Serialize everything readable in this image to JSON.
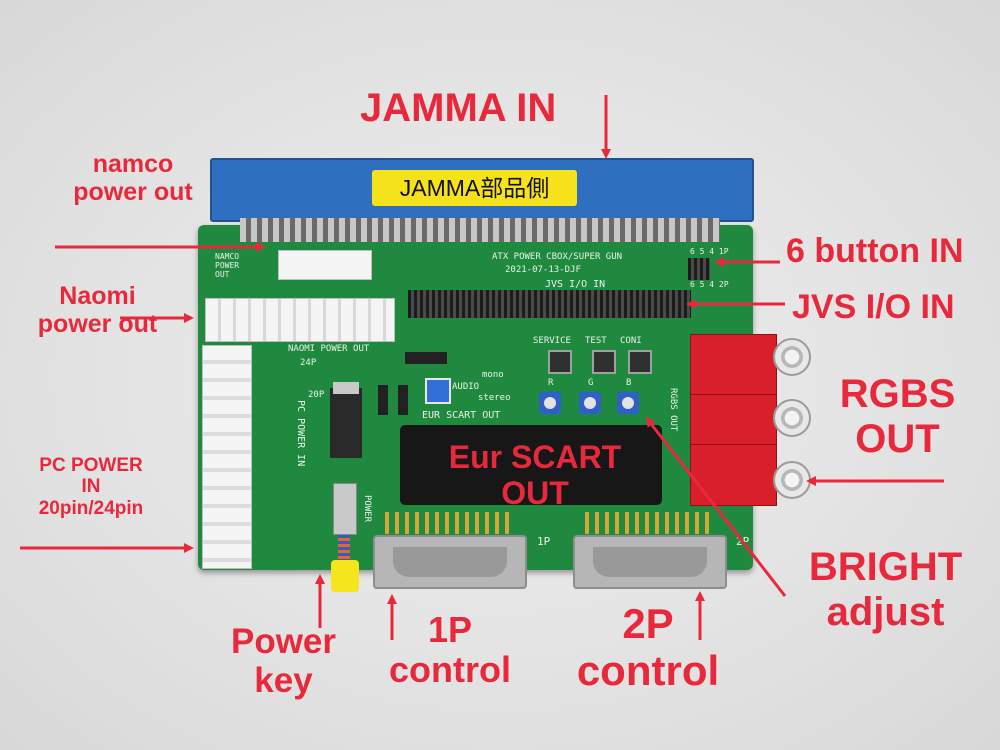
{
  "labels": {
    "jamma_in": "JAMMA IN",
    "namco_power_out": [
      "namco",
      "power out"
    ],
    "naomi_power_out": [
      "Naomi",
      "power out"
    ],
    "pc_power_in": [
      "PC POWER",
      "IN",
      "20pin/24pin"
    ],
    "power_key": [
      "Power",
      "key"
    ],
    "control_1p": [
      "1P",
      "control"
    ],
    "control_2p": [
      "2P",
      "control"
    ],
    "bright_adjust": [
      "BRIGHT",
      "adjust"
    ],
    "rgbs_out": [
      "RGBS",
      "OUT"
    ],
    "jvs_io_in": "JVS I/O IN",
    "six_button_in": "6 button IN",
    "eur_scart_out": [
      "Eur SCART",
      "OUT"
    ]
  },
  "board": {
    "jamma_tag": "JAMMA部品側",
    "silkscreen": {
      "title": "ATX POWER CBOX/SUPER GUN",
      "date": "2021-07-13-DJF",
      "jvs": "JVS I/O IN",
      "namco": [
        "NAMCO",
        "POWER",
        "OUT"
      ],
      "naomi": "NAOMI POWER OUT",
      "pc_power": "PC POWER IN",
      "p24": "24P",
      "p20": "20P",
      "service": "SERVICE",
      "test": "TEST",
      "coin": "CONI",
      "r": "R",
      "g": "G",
      "b": "B",
      "mono": "mono",
      "audio": "AUDIO",
      "stereo": "stereo",
      "eur_scart": "EUR SCART OUT",
      "rgbs_out": "RGBS OUT",
      "power": "POWER",
      "p1": "1P",
      "p2": "2P",
      "six_btn_pins": "6 5 4 1P",
      "six_btn_pins_2": "6 5 4 2P"
    }
  },
  "colors": {
    "label": "#e8293c",
    "pcb": "#1f8a3f",
    "jamma_connector": "#2f6fbf",
    "jamma_tag": "#f6e21b",
    "rca_housing": "#d81f2a"
  }
}
